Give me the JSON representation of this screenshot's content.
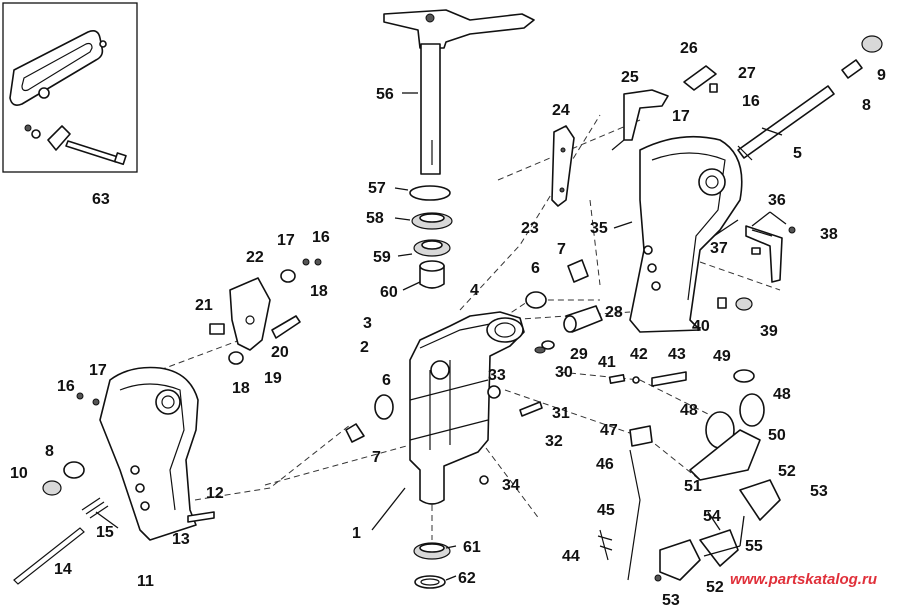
{
  "callouts": {
    "c1": "1",
    "c2": "2",
    "c3": "3",
    "c4": "4",
    "c5": "5",
    "c6a": "6",
    "c6b": "6",
    "c7a": "7",
    "c7b": "7",
    "c8a": "8",
    "c8b": "8",
    "c9": "9",
    "c10": "10",
    "c11": "11",
    "c12": "12",
    "c13": "13",
    "c14": "14",
    "c15": "15",
    "c16a": "16",
    "c16b": "16",
    "c16c": "16",
    "c17a": "17",
    "c17b": "17",
    "c17c": "17",
    "c18a": "18",
    "c18b": "18",
    "c19": "19",
    "c20": "20",
    "c21": "21",
    "c22": "22",
    "c23": "23",
    "c24": "24",
    "c25": "25",
    "c26": "26",
    "c27": "27",
    "c28": "28",
    "c29": "29",
    "c30": "30",
    "c31": "31",
    "c32": "32",
    "c33": "33",
    "c34": "34",
    "c35": "35",
    "c36": "36",
    "c37": "37",
    "c38": "38",
    "c39": "39",
    "c40": "40",
    "c41": "41",
    "c42": "42",
    "c43": "43",
    "c44": "44",
    "c45": "45",
    "c46": "46",
    "c47": "47",
    "c48a": "48",
    "c48b": "48",
    "c49": "49",
    "c50": "50",
    "c51": "51",
    "c52a": "52",
    "c52b": "52",
    "c53a": "53",
    "c53b": "53",
    "c54": "54",
    "c55": "55",
    "c56": "56",
    "c57": "57",
    "c58": "58",
    "c59": "59",
    "c60": "60",
    "c61": "61",
    "c62": "62",
    "c63": "63"
  },
  "watermark": "www.partskatalog.ru"
}
